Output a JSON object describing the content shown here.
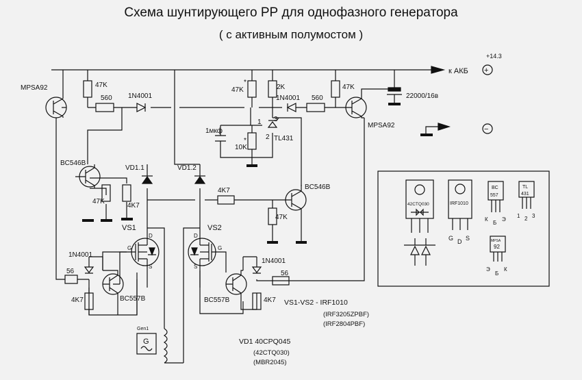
{
  "title": "Схема шунтирующего РР для однофазного  генератора",
  "subtitle": "( с активным полумостом )",
  "supply": {
    "voltage": "+14.3",
    "battery": "к АКБ",
    "plus": "+",
    "minus": "−"
  },
  "capacitor_main": "22000/16в",
  "components": {
    "q1": "MPSA92",
    "q2": "MPSA92",
    "r1": "47K",
    "r2": "560",
    "r3": "47K",
    "r4": "2K",
    "r5": "560",
    "r6": "47K",
    "r7": "10K",
    "r8": "47K",
    "r9": "4K7",
    "r10": "4K7",
    "r11": "47K",
    "r12": "56",
    "r13": "4K7",
    "r14": "56",
    "r15": "4K7",
    "d1": "1N4001",
    "d2": "1N4001",
    "d3": "1N4001",
    "d4": "1N4001",
    "c1": "1мкф",
    "u1": "TL431",
    "q3": "BC546B",
    "q4": "BC546B",
    "q5": "BC557B",
    "q6": "BC557B",
    "vd11": "VD1.1",
    "vd12": "VD1.2",
    "vs1": "VS1",
    "vs2": "VS2",
    "gen": "Gen1",
    "gen_g": "G",
    "star": "*",
    "pin1": "1",
    "pin2": "2",
    "pin3": "3",
    "pin_d": "D",
    "pin_g": "G",
    "pin_s": "S"
  },
  "notes": {
    "vs_line1": "VS1-VS2 - IRF1010",
    "vs_line2": "(IRF3205ZPBF)",
    "vs_line3": "(IRF2804PBF)",
    "vd_line1": "VD1 40CPQ045",
    "vd_line2": "(42CTQ030)",
    "vd_line3": "(MBR2045)"
  },
  "pinouts": {
    "diode_pkg": "42CTQ030",
    "mosfet_pkg": "IRF1010",
    "mosfet_pins": [
      "G",
      "D",
      "S"
    ],
    "bc557_top": "BC",
    "bc557_bottom": "557",
    "bc557_pins": [
      "К",
      "Б",
      "Э"
    ],
    "tl431_name": "TL",
    "tl431_num": "431",
    "tl431_pins": [
      "1",
      "2",
      "3"
    ],
    "mpsa_top": "MPSA",
    "mpsa_bottom": "92",
    "mpsa_pins": [
      "Э",
      "Б",
      "К"
    ]
  }
}
